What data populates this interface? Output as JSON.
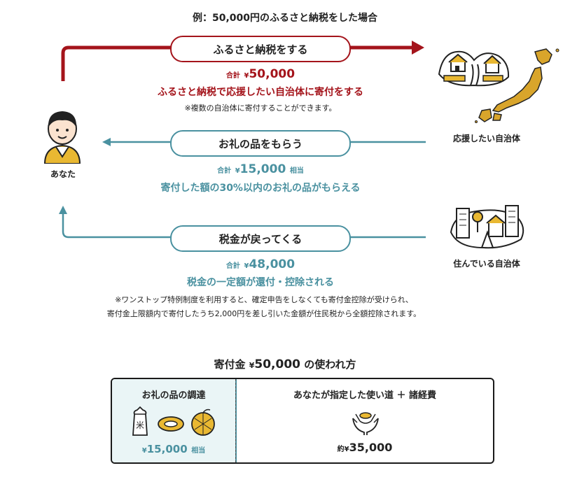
{
  "heading": "例：50,000円のふるさと納税をした場合",
  "you_label": "あなた",
  "support_label": "応援したい自治体",
  "resident_label": "住んでいる自治体",
  "flow1": {
    "pill": "ふるさと納税をする",
    "prefix": "合計",
    "yen": "¥",
    "amount": "50,000",
    "desc": "ふるさと納税で応援したい自治体に寄付をする",
    "note": "※複数の自治体に寄付することができます。"
  },
  "flow2": {
    "pill": "お礼の品をもらう",
    "prefix": "合計",
    "yen": "¥",
    "amount": "15,000",
    "suffix": "相当",
    "desc": "寄付した額の30%以内のお礼の品がもらえる"
  },
  "flow3": {
    "pill": "税金が戻ってくる",
    "prefix": "合計",
    "yen": "¥",
    "amount": "48,000",
    "desc": "税金の一定額が還付・控除される",
    "note1": "※ワンストップ特例制度を利用すると、確定申告をしなくても寄付金控除が受けられ、",
    "note2": "寄付金上限額内で寄付したうち2,000円を差し引いた金額が住民税から全額控除されます。"
  },
  "usage": {
    "title_pre": "寄付金",
    "title_yen": "¥",
    "title_amount": "50,000",
    "title_post": "の使われ方",
    "left_title": "お礼の品の調達",
    "left_yen": "¥",
    "left_amount": "15,000",
    "left_suffix": "相当",
    "right_title": "あなたが指定した使い道 ＋ 諸経費",
    "right_prefix": "約",
    "right_yen": "¥",
    "right_amount": "35,000"
  },
  "colors": {
    "red": "#a4141b",
    "teal": "#4a91a0",
    "gold": "#d9a52b"
  },
  "icons": [
    "person-icon",
    "village-icon",
    "japan-map-icon",
    "city-icon",
    "rice-bag-icon",
    "meat-icon",
    "melon-icon",
    "hands-coin-icon"
  ]
}
